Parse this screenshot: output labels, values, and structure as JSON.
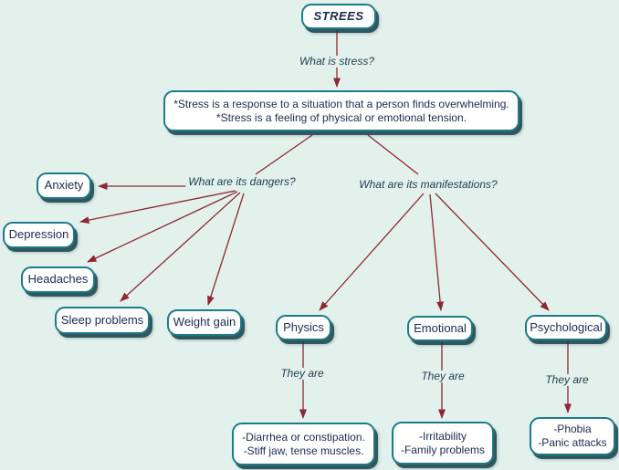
{
  "colors": {
    "background": "#e3f1ed",
    "node_fill": "#ffffff",
    "node_border": "#1b7b8a",
    "node_text": "#1d2950",
    "label_text": "#1e3e4d",
    "arrow": "#8d2733",
    "shadow": "#0f3a43"
  },
  "root_node": {
    "label": "STREES"
  },
  "definition_node": {
    "line1": "*Stress is a response to a situation that a person finds overwhelming.",
    "line2": "*Stress is a feeling of physical or emotional tension."
  },
  "edge_labels": {
    "what_is": "What is stress?",
    "dangers": "What are its dangers?",
    "manifestations": "What are its manifestations?",
    "they_are_physics": "They are",
    "they_are_emotional": "They are",
    "they_are_psychological": "They are"
  },
  "danger_nodes": [
    "Anxiety",
    "Depression",
    "Headaches",
    "Sleep problems",
    "Weight gain"
  ],
  "manifestation_nodes": [
    "Physics",
    "Emotional",
    "Psychological"
  ],
  "symptom_nodes": {
    "physics": {
      "line1": "-Diarrhea or constipation.",
      "line2": "-Stiff jaw, tense muscles."
    },
    "emotional": {
      "line1": "-Irritability",
      "line2": "-Family problems"
    },
    "psychological": {
      "line1": "-Phobia",
      "line2": "-Panic attacks"
    }
  }
}
